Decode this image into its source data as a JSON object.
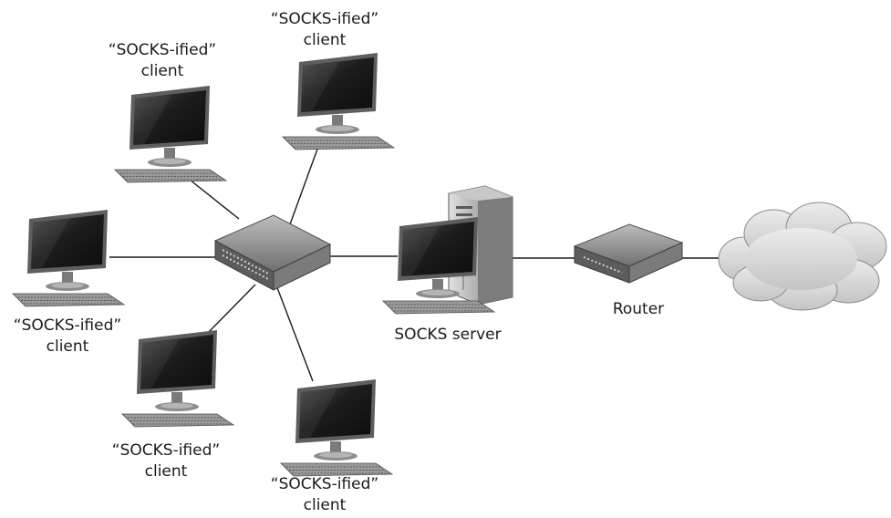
{
  "client_label": {
    "line1": "“SOCKS-ified”",
    "line2": "client"
  },
  "server_label": "SOCKS server",
  "router_label": "Router",
  "colors": {
    "link": "#1a1a1a",
    "screen": "#1c1c1c",
    "bezel": "#6d6d6d",
    "device": "#8a8a8a",
    "cloud": "#d9d9d9",
    "text": "#1a1a1a"
  },
  "icons": [
    "monitor-icon",
    "keyboard-icon",
    "switch-icon",
    "server-tower-icon",
    "router-icon",
    "cloud-icon"
  ]
}
